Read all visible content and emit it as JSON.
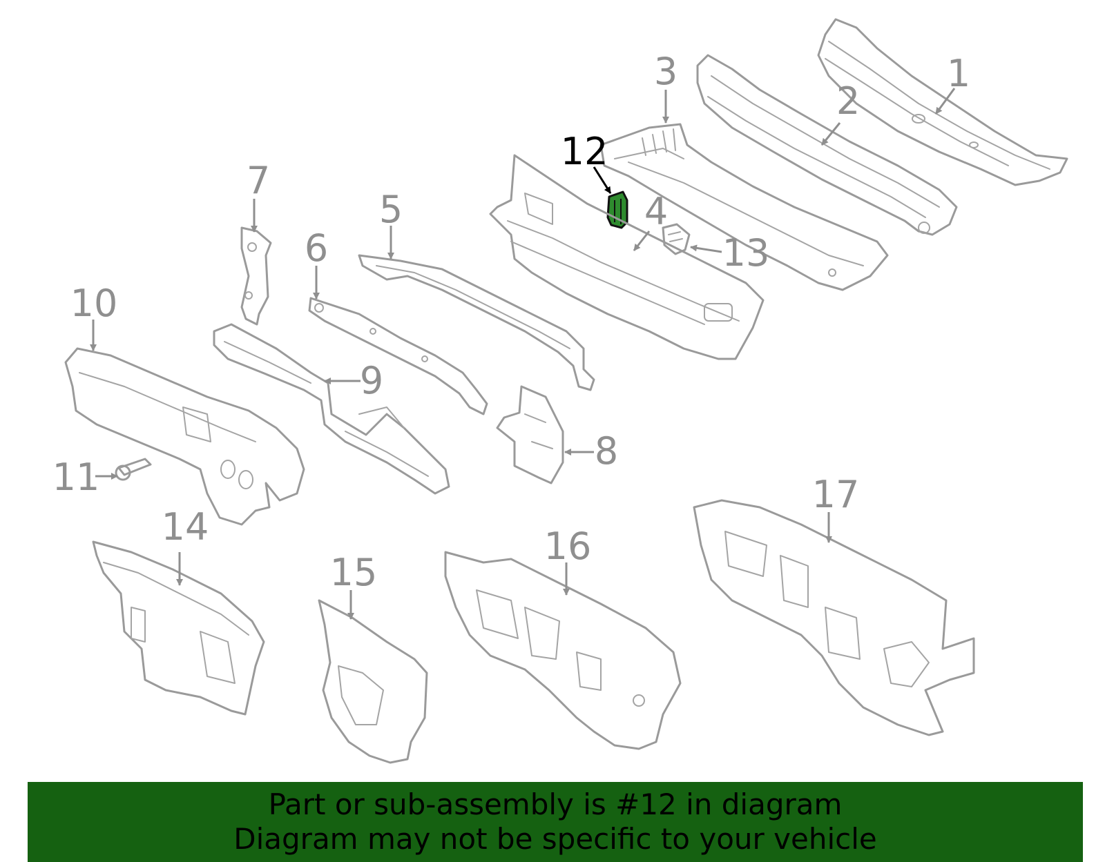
{
  "colors": {
    "banner_background": "#156111",
    "highlight_fill": "#2e8b2e",
    "part_outline": "#9a9a9a",
    "callout_text": "#8f8f8f",
    "highlight_text": "#000000"
  },
  "diagram": {
    "highlighted_part": "12",
    "callouts": [
      "1",
      "2",
      "3",
      "4",
      "5",
      "6",
      "7",
      "8",
      "9",
      "10",
      "11",
      "12",
      "13",
      "14",
      "15",
      "16",
      "17"
    ]
  },
  "banner": {
    "line1": "Part or sub-assembly is #12 in diagram",
    "line2": "Diagram may not be specific to your vehicle"
  }
}
